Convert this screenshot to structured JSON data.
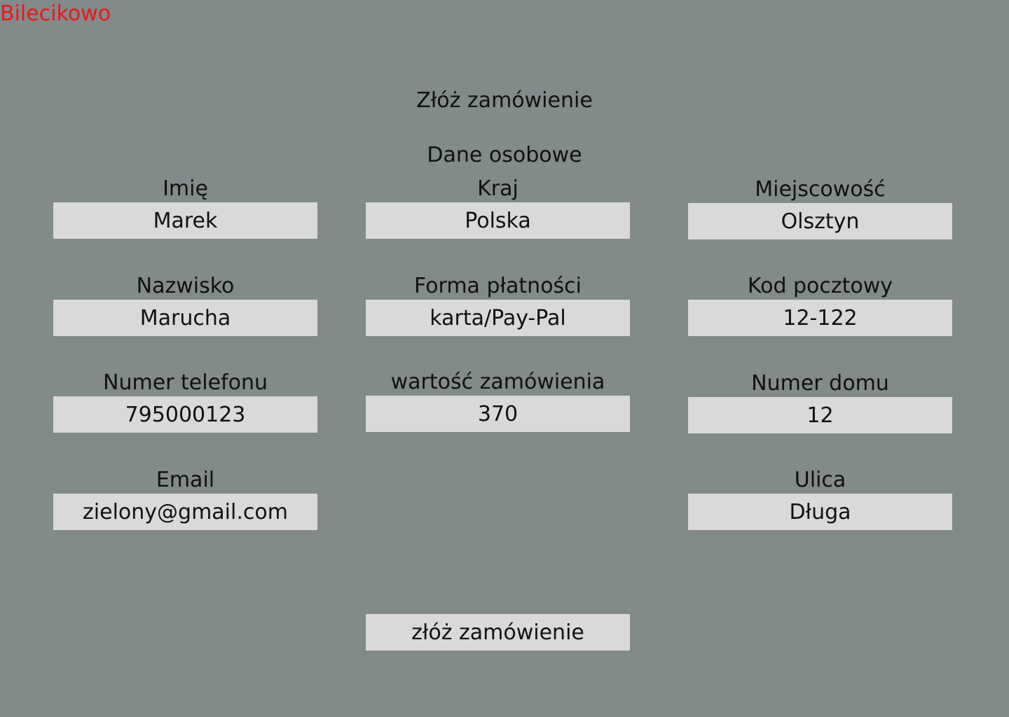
{
  "brand": {
    "name": "Bilecikowo"
  },
  "page": {
    "title": "Złóż zamówienie",
    "section_title": "Dane osobowe"
  },
  "form": {
    "first_name": {
      "label": "Imię",
      "value": "Marek"
    },
    "last_name": {
      "label": "Nazwisko",
      "value": "Marucha"
    },
    "phone": {
      "label": "Numer telefonu",
      "value": "795000123"
    },
    "email": {
      "label": "Email",
      "value": "zielony@gmail.com"
    },
    "country": {
      "label": "Kraj",
      "value": "Polska"
    },
    "payment": {
      "label": "Forma płatności",
      "value": "karta/Pay-Pal"
    },
    "order_value": {
      "label": "wartość zamówienia",
      "value": "370"
    },
    "city": {
      "label": "Miejscowość",
      "value": "Olsztyn"
    },
    "postal_code": {
      "label": "Kod pocztowy",
      "value": "12-122"
    },
    "house_number": {
      "label": "Numer domu",
      "value": "12"
    },
    "street": {
      "label": "Ulica",
      "value": "Długa"
    }
  },
  "actions": {
    "submit_label": "złóż zamówienie"
  },
  "colors": {
    "background": "#828A8A",
    "brand": "#E81818",
    "input_background": "#D9D9D9",
    "text": "#111111"
  }
}
